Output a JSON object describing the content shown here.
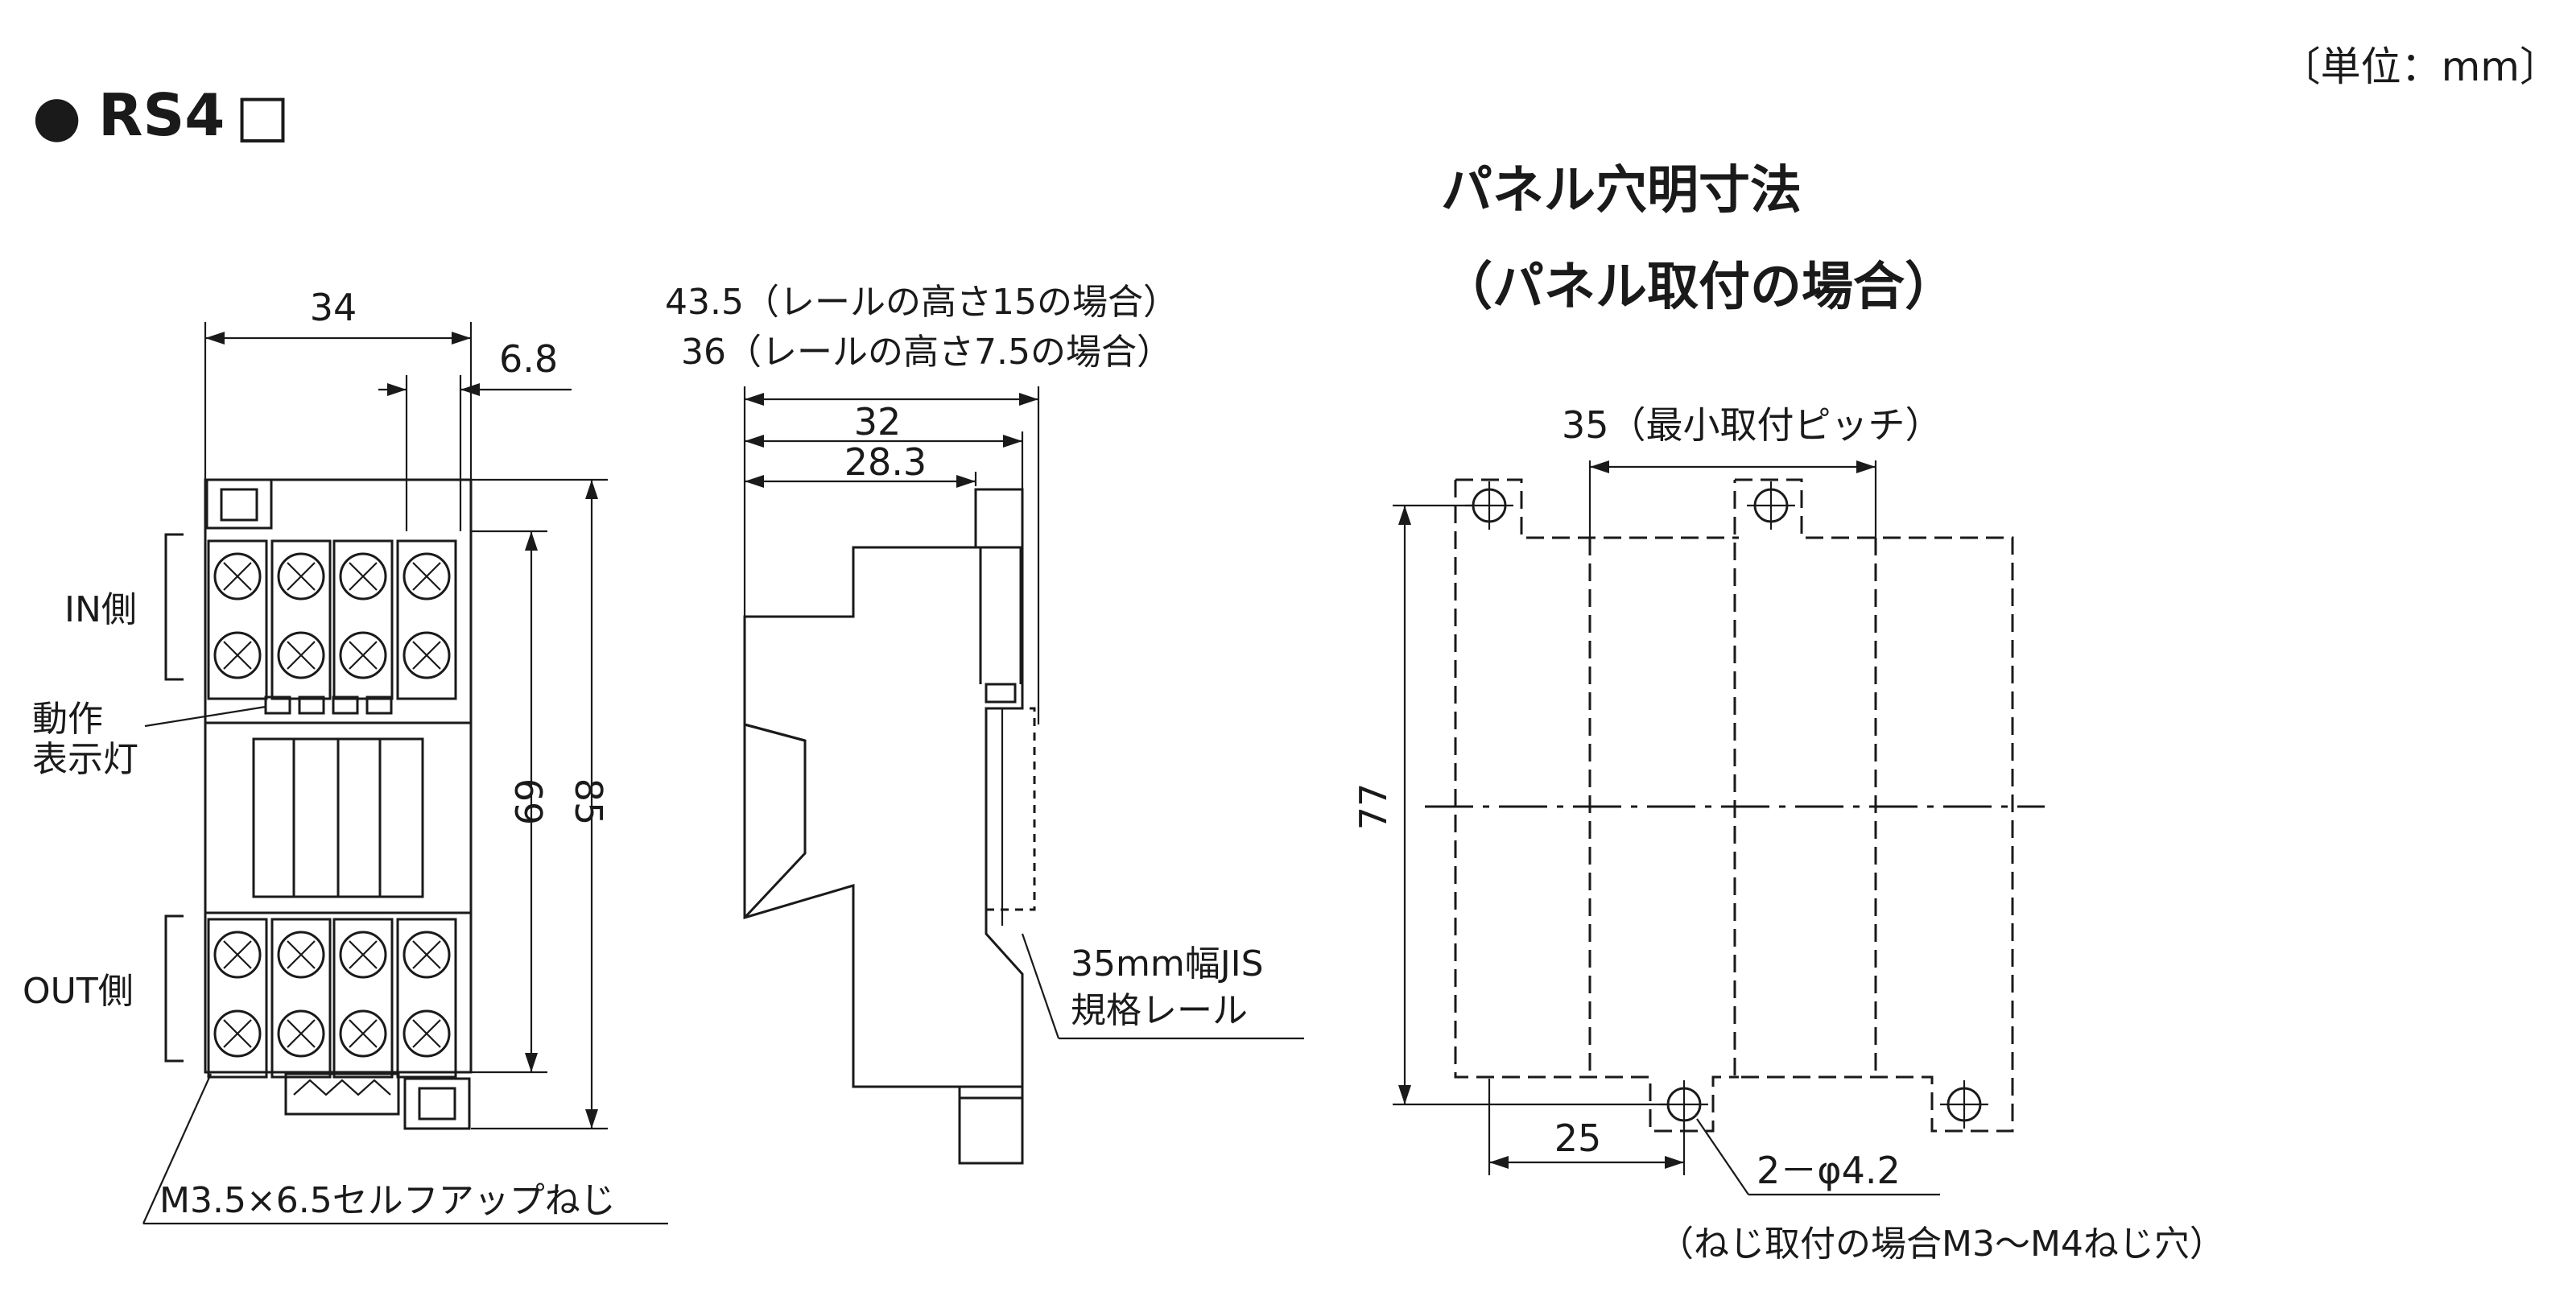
{
  "unit": "〔単位：mm〕",
  "model": {
    "bullet": "●",
    "name": "RS4",
    "box": "□"
  },
  "front_view": {
    "dim_width": "34",
    "dim_pitch": "6.8",
    "dim_height_inner": "69",
    "dim_height_total": "85",
    "label_in": "IN側",
    "label_indicator_line1": "動作",
    "label_indicator_line2": "表示灯",
    "label_out": "OUT側",
    "label_screw": "M3.5×6.5セルフアップねじ"
  },
  "side_view": {
    "dim_top1": "43.5（レールの高さ15の場合）",
    "dim_top2": "36（レールの高さ7.5の場合）",
    "dim_32": "32",
    "dim_28": "28.3",
    "label_rail_line1": "35mm幅JIS",
    "label_rail_line2": "規格レール"
  },
  "panel_cutout": {
    "title_line1": "パネル穴明寸法",
    "title_line2": "（パネル取付の場合）",
    "dim_pitch": "35（最小取付ピッチ）",
    "dim_height": "77",
    "dim_25": "25",
    "dim_hole": "2－φ4.2",
    "note": "（ねじ取付の場合M3～M4ねじ穴）"
  }
}
